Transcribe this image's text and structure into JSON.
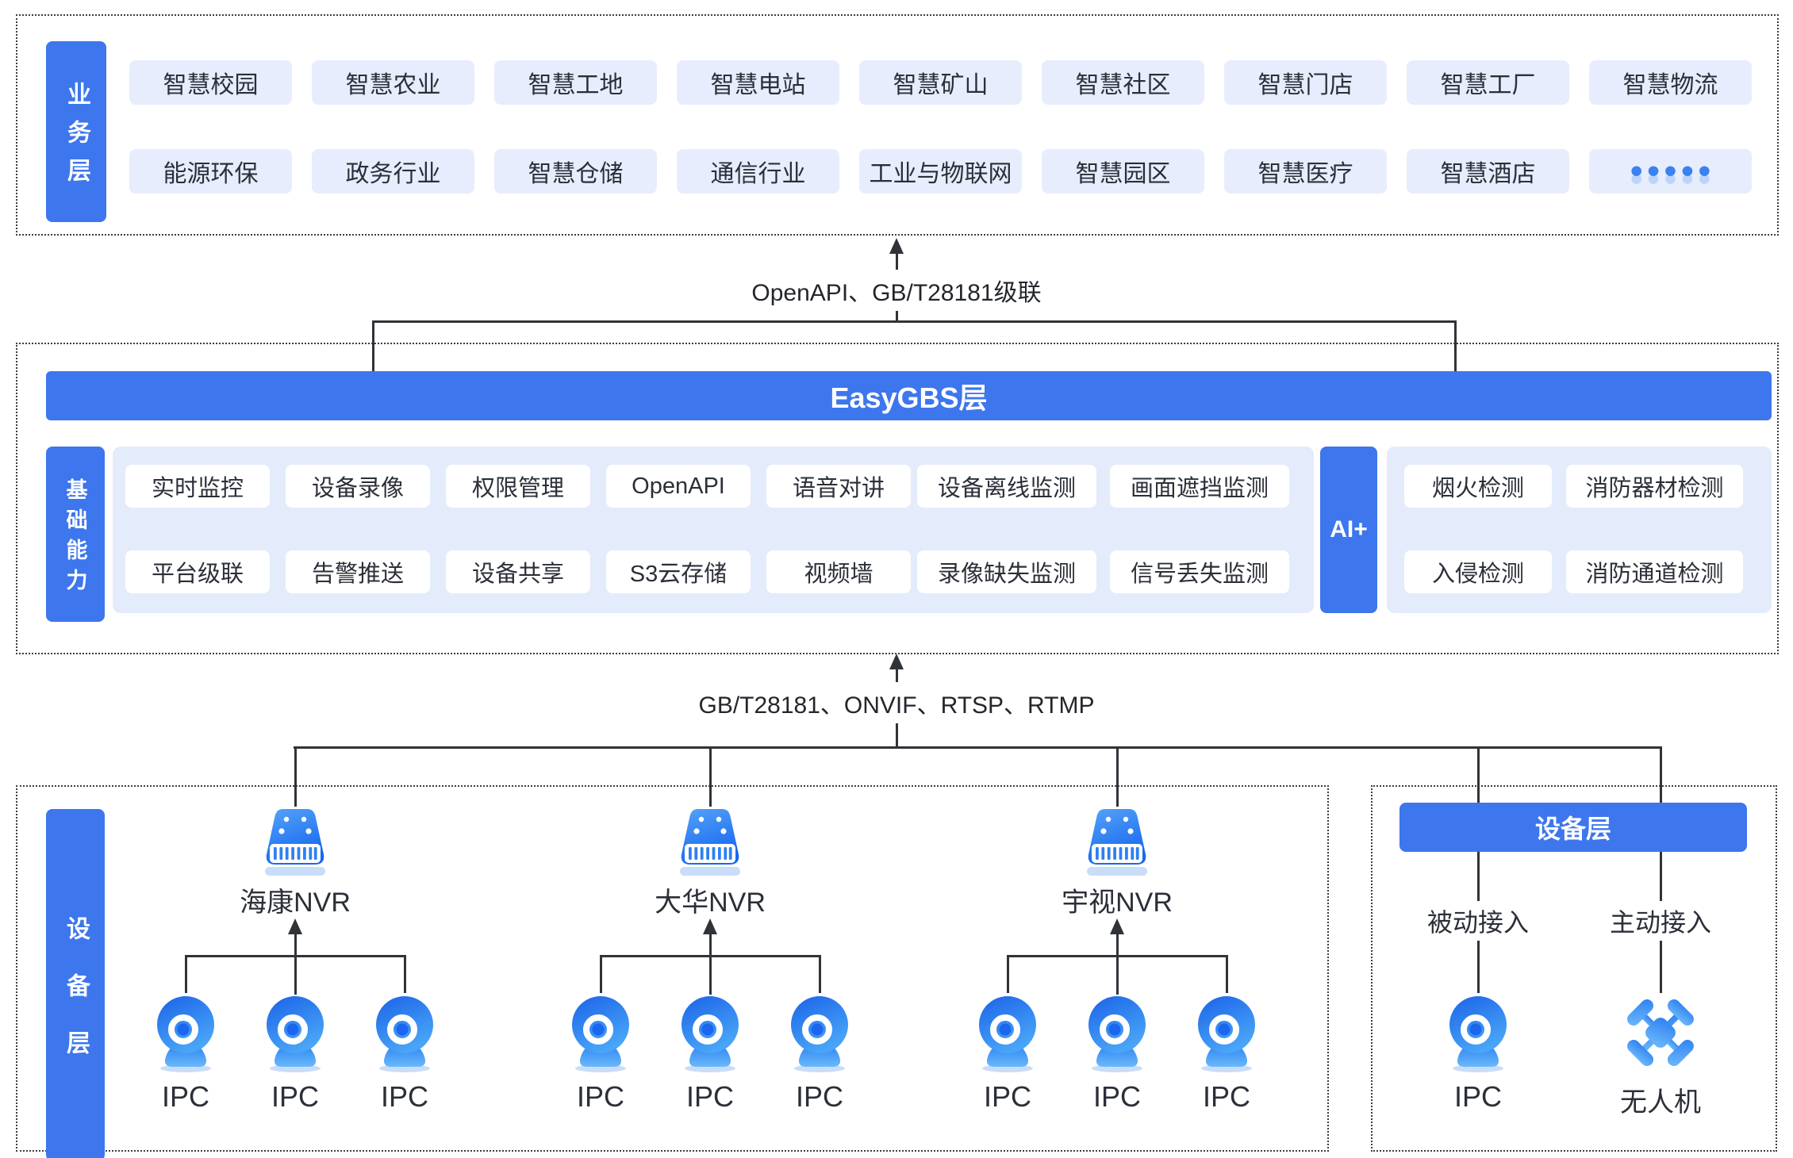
{
  "colors": {
    "accent_blue": "#3d76ed",
    "chip_bg": "#e7edfc",
    "panel_bg": "#e4ebfb",
    "line": "#303338",
    "text": "#2b2f38",
    "icon_blue_dark": "#1b66ee",
    "icon_blue_light": "#5fb0f8"
  },
  "business_layer": {
    "label": "业务层",
    "row1": [
      "智慧校园",
      "智慧农业",
      "智慧工地",
      "智慧电站",
      "智慧矿山",
      "智慧社区",
      "智慧门店",
      "智慧工厂",
      "智慧物流"
    ],
    "row2": [
      "能源环保",
      "政务行业",
      "智慧仓储",
      "通信行业",
      "工业与物联网",
      "智慧园区",
      "智慧医疗",
      "智慧酒店"
    ],
    "ellipsis": "•••••"
  },
  "link_top": {
    "label": "OpenAPI、GB/T28181级联"
  },
  "gbs_layer": {
    "title": "EasyGBS层",
    "capability_label": "基础能力",
    "cap_row1": [
      "实时监控",
      "设备录像",
      "权限管理",
      "OpenAPI",
      "语音对讲",
      "设备离线监测",
      "画面遮挡监测"
    ],
    "cap_row2": [
      "平台级联",
      "告警推送",
      "设备共享",
      "S3云存储",
      "视频墙",
      "录像缺失监测",
      "信号丢失监测"
    ],
    "ai_label": "AI+",
    "ai_row1": [
      "烟火检测",
      "消防器材检测"
    ],
    "ai_row2": [
      "入侵检测",
      "消防通道检测"
    ]
  },
  "link_bottom": {
    "label": "GB/T28181、ONVIF、RTSP、RTMP"
  },
  "device_layer_left": {
    "label": "设备层",
    "groups": [
      {
        "nvr": "海康NVR",
        "cameras": [
          "IPC",
          "IPC",
          "IPC"
        ]
      },
      {
        "nvr": "大华NVR",
        "cameras": [
          "IPC",
          "IPC",
          "IPC"
        ]
      },
      {
        "nvr": "宇视NVR",
        "cameras": [
          "IPC",
          "IPC",
          "IPC"
        ]
      }
    ]
  },
  "device_layer_right": {
    "header": "设备层",
    "columns": [
      {
        "mode": "被动接入",
        "device": "IPC"
      },
      {
        "mode": "主动接入",
        "device": "无人机"
      }
    ]
  }
}
